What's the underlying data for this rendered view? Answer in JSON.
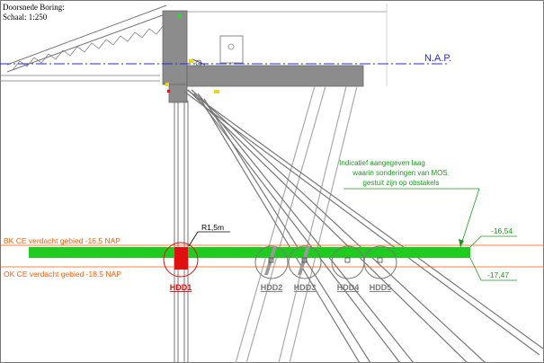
{
  "header": {
    "title": "Doorsnede Boring:",
    "scale": "Schaal: 1:250"
  },
  "reference": {
    "nap_label": "N.A.P."
  },
  "layer": {
    "top_label": "BK CE verdacht gebied -16.5 NAP",
    "bottom_label": "OK CE verdacht gebied -18.5 NAP",
    "top_level": "-16,54",
    "bottom_level": "-17,47",
    "annotation_lines": [
      "Indicatief aangegeven laag",
      "waarin sonderingen van MOS",
      "gestuit zijn op obstakels"
    ]
  },
  "radius_label": "R1,5m",
  "drillings": [
    {
      "label": "HDD1",
      "highlight": true
    },
    {
      "label": "HDD2",
      "highlight": false
    },
    {
      "label": "HDD3",
      "highlight": false
    },
    {
      "label": "HDD4",
      "highlight": false
    },
    {
      "label": "HDD5",
      "highlight": false
    }
  ],
  "colors": {
    "layer_green": "#1ecb1e",
    "reference_blue": "#2a2ad8",
    "warning_orange": "#ff5a00",
    "highlight_red": "#e01010",
    "annotation_green": "#1a9a1a",
    "structure_gray": "#8c8c8c"
  }
}
